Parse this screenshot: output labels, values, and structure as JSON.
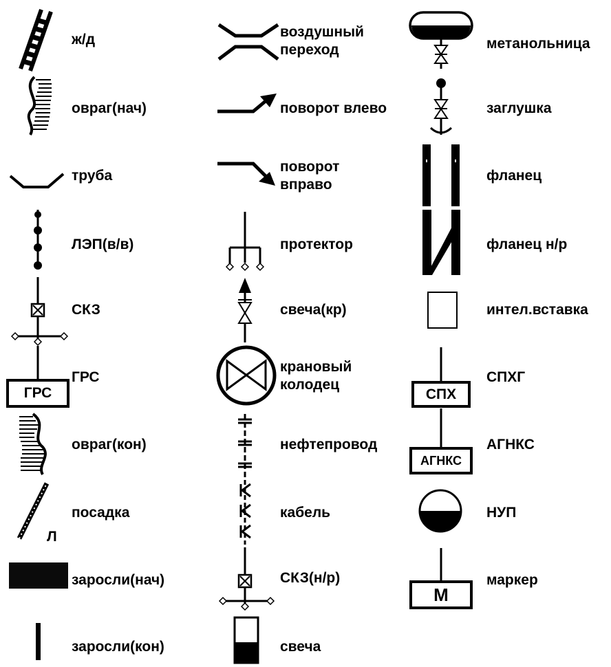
{
  "labels": {
    "col1": {
      "rail": "ж/д",
      "ravine_start": "овраг(нач)",
      "pipe": "труба",
      "power_line": "ЛЭП(в/в)",
      "skz": "СКЗ",
      "grs": "ГРС",
      "ravine_end": "овраг(кон)",
      "landing": "посадка",
      "landing_letter": "Л",
      "thicket_start": "заросли(нач)",
      "thicket_end": "заросли(кон)"
    },
    "col2": {
      "aerial_crossing_1": "воздушный",
      "aerial_crossing_2": "переход",
      "turn_left": "поворот влево",
      "turn_right_1": "поворот",
      "turn_right_2": "вправо",
      "protector": "протектор",
      "vent_valve": "свеча(кр)",
      "valve_well_1": "крановый",
      "valve_well_2": "колодец",
      "oil_pipeline": "нефтепровод",
      "cable": "кабель",
      "skz_nr": "СКЗ(н/р)",
      "vent": "свеча"
    },
    "col3": {
      "methanol_unit": "метанольница",
      "plug": "заглушка",
      "flange": "фланец",
      "flange_nr": "фланец н/р",
      "insulating_insert": "интел.вставка",
      "sphg": "СПХГ",
      "agnks": "АГНКС",
      "nup": "НУП",
      "marker": "маркер"
    }
  },
  "box_text": {
    "grs": "ГРС",
    "sph": "СПХ",
    "agnks": "АГНКС",
    "marker": "М"
  }
}
